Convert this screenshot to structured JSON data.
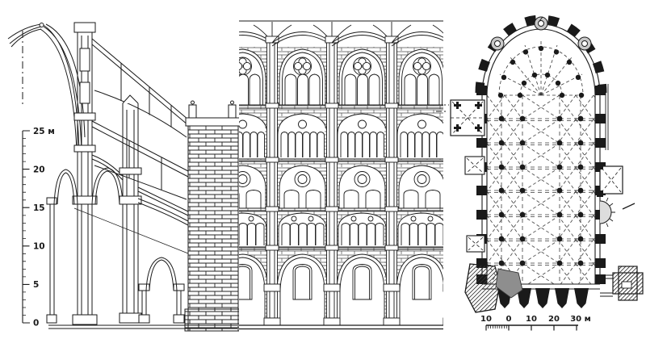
{
  "palette": {
    "ink": "#1a1a1a",
    "paper": "#ffffff",
    "shade_gray": "#8e8e8e"
  },
  "section_scale": {
    "l25": "25 м",
    "l20": "20",
    "l15": "15",
    "l10": "10",
    "l5": "5",
    "l0": "0"
  },
  "plan_scale": {
    "minus10": "10",
    "zero": "0",
    "p10": "10",
    "p20": "20",
    "p30": "30 м"
  }
}
